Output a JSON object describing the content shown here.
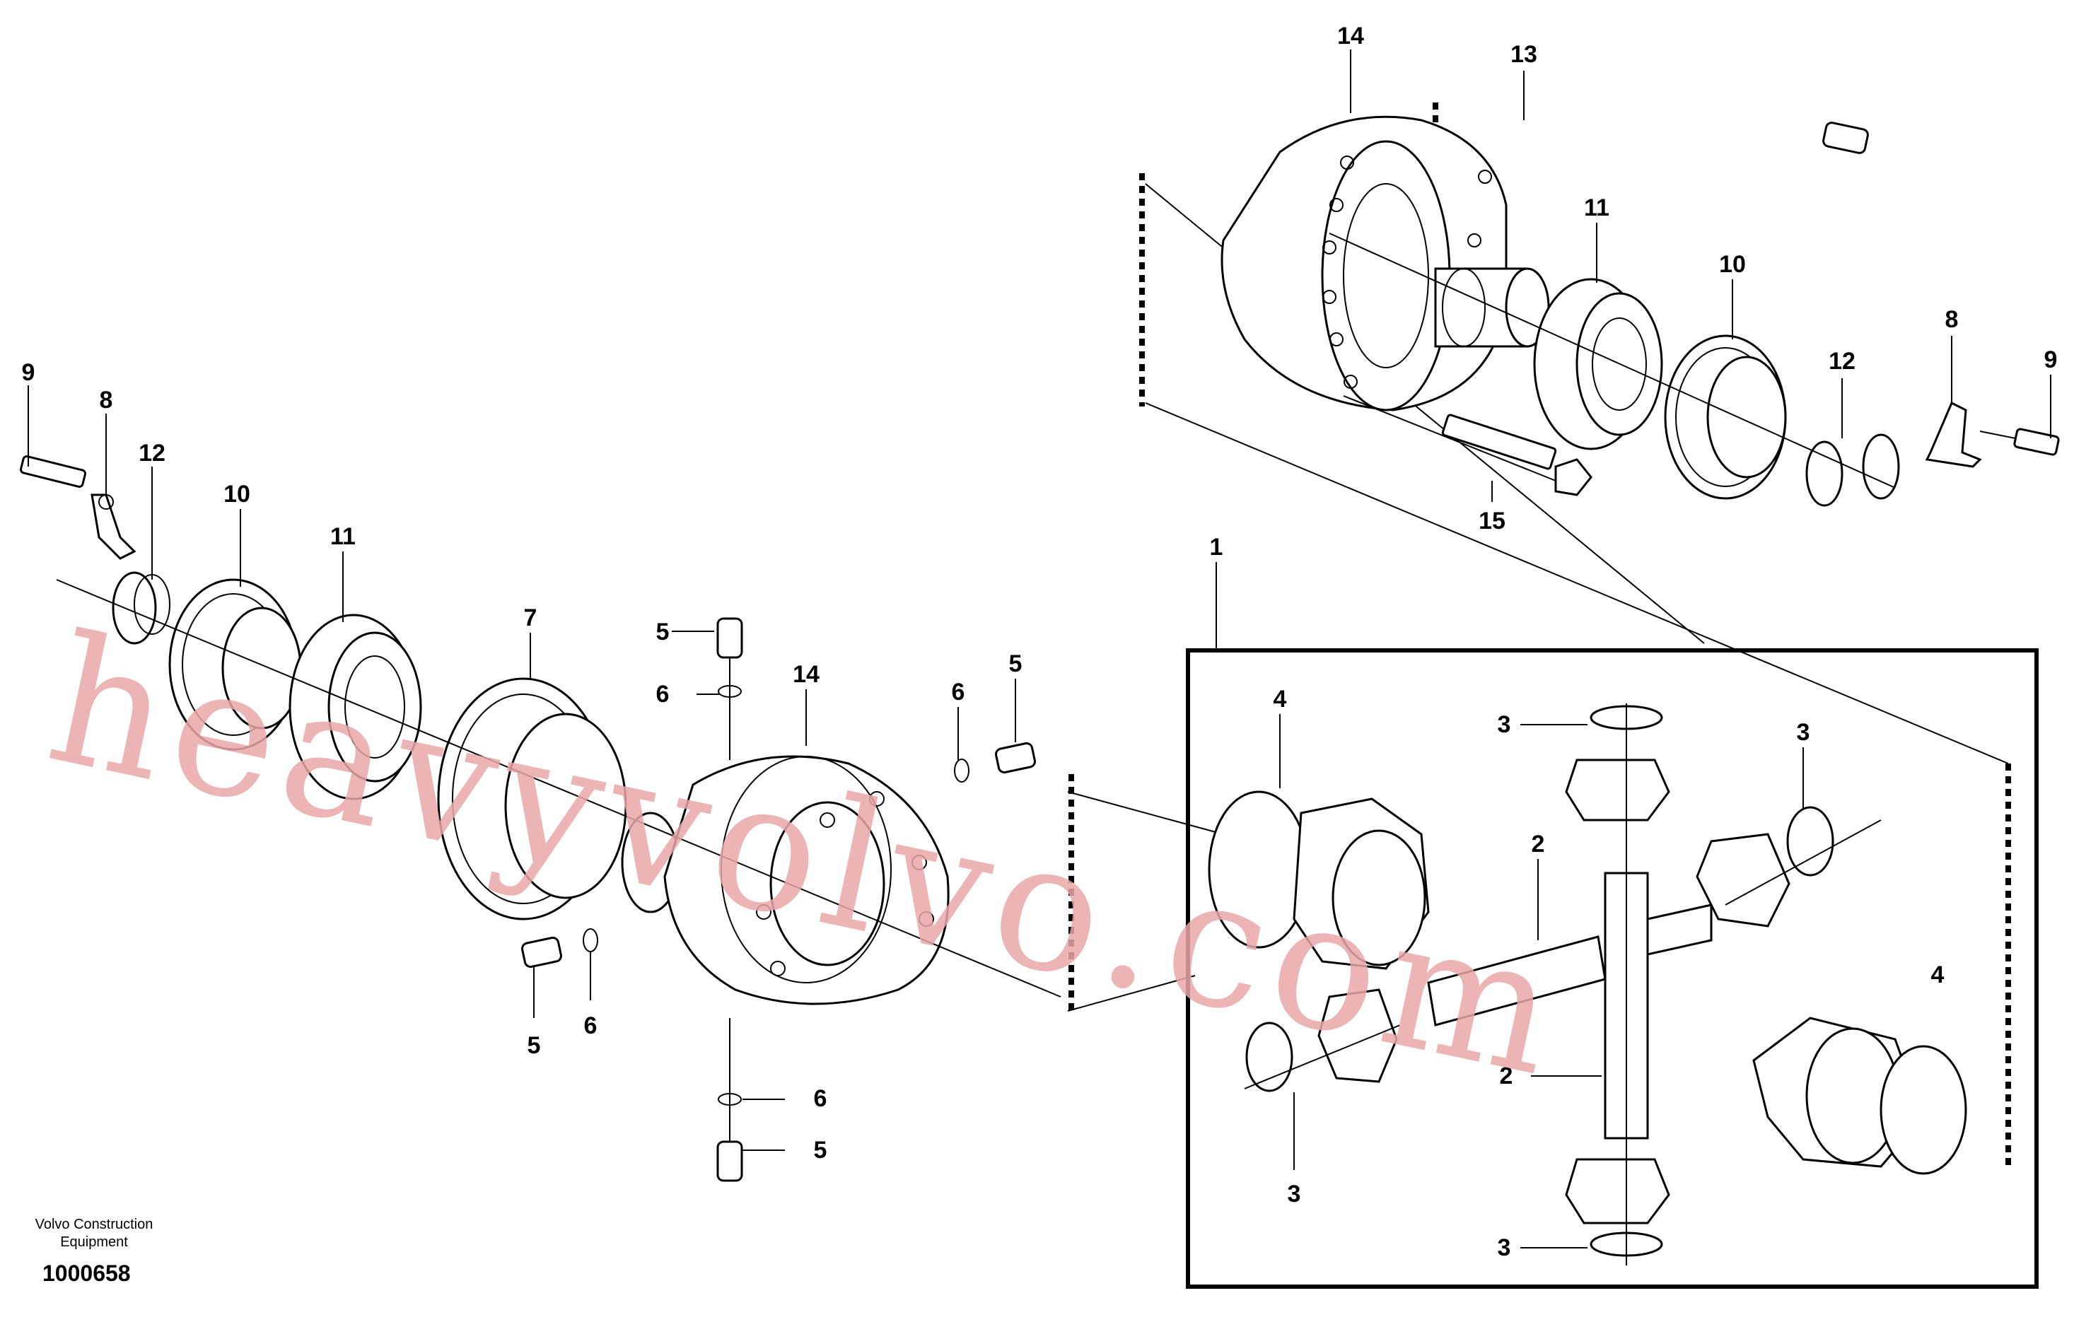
{
  "caption": {
    "line1": "Volvo Construction",
    "line2": "Equipment",
    "ref": "1000658"
  },
  "watermark": "heavyvolvo.com",
  "labels": {
    "l1": "1",
    "l2a": "2",
    "l2b": "2",
    "l3a": "3",
    "l3b": "3",
    "l3c": "3",
    "l3d": "3",
    "l4a": "4",
    "l4b": "4",
    "l5a": "5",
    "l5b": "5",
    "l5c": "5",
    "l5d": "5",
    "l6a": "6",
    "l6b": "6",
    "l6c": "6",
    "l6d": "6",
    "l7": "7",
    "l8a": "8",
    "l8b": "8",
    "l9a": "9",
    "l9b": "9",
    "l10a": "10",
    "l10b": "10",
    "l11a": "11",
    "l11b": "11",
    "l12a": "12",
    "l12b": "12",
    "l13": "13",
    "l14a": "14",
    "l14b": "14",
    "l15": "15"
  },
  "colors": {
    "ink": "#000000",
    "watermark": "#e9a7a7",
    "paper": "#ffffff"
  }
}
